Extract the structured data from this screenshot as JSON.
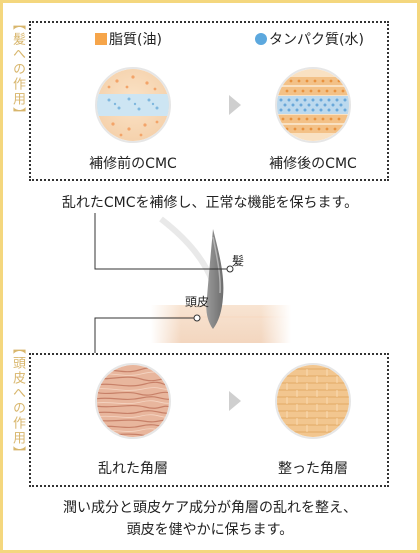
{
  "hair": {
    "side_label": "【髪への作用】",
    "legend_fat": "脂質(油)",
    "legend_protein": "タンパク質(水)",
    "before_caption": "補修前のCMC",
    "after_caption": "補修後のCMC",
    "description": "乱れたCMCを補修し、正常な機能を保ちます。"
  },
  "illustration": {
    "hair_label": "髪",
    "scalp_label": "頭皮"
  },
  "scalp": {
    "side_label": "【頭皮への作用】",
    "before_caption": "乱れた角層",
    "after_caption": "整った角層",
    "description_line1": "潤い成分と頭皮ケア成分が角層の乱れを整え、",
    "description_line2": "頭皮を健やかに保ちます。"
  },
  "colors": {
    "frame": "#f4d77e",
    "fat": "#f6a54a",
    "protein": "#5ca8de",
    "arrow": "#cfcfcf"
  }
}
